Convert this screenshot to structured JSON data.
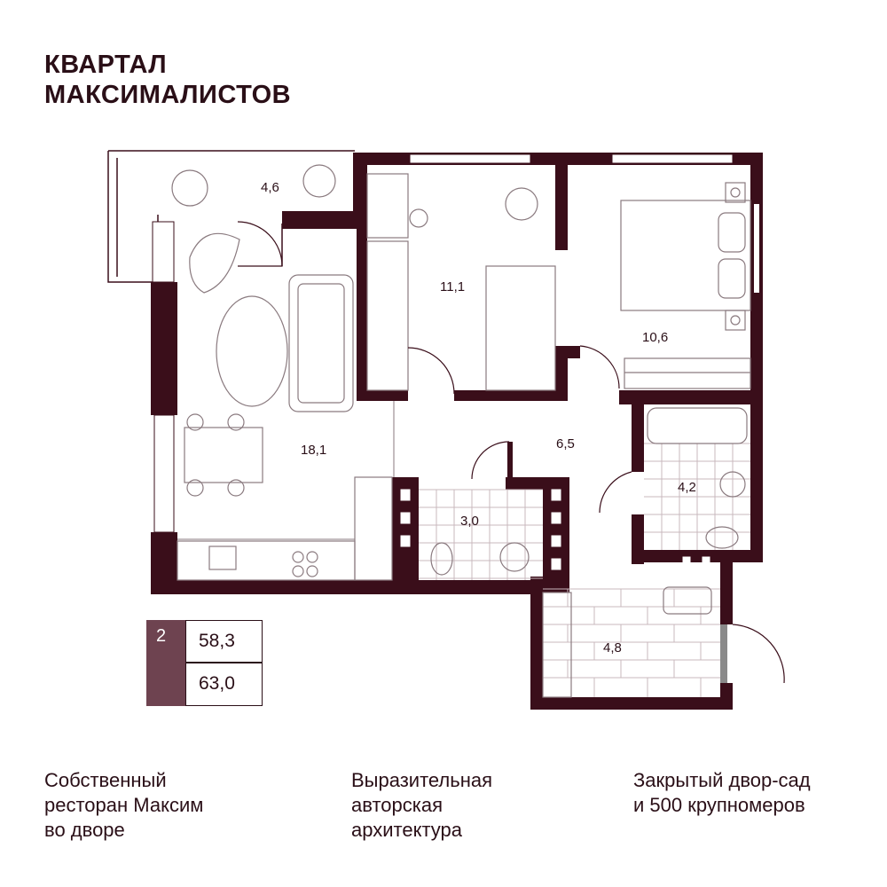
{
  "brand": {
    "line1": "КВАРТАЛ",
    "line2": "МАКСИМАЛИСТОВ"
  },
  "apartment": {
    "rooms": "2",
    "living_area": "58,3",
    "total_area": "63,0"
  },
  "plan": {
    "wall_color": "#3a0e1a",
    "badge_color": "#6e4350",
    "rooms": [
      {
        "id": "balcony",
        "area": "4,6"
      },
      {
        "id": "bedroom-1",
        "area": "11,1"
      },
      {
        "id": "bedroom-2",
        "area": "10,6"
      },
      {
        "id": "living-kitchen",
        "area": "18,1"
      },
      {
        "id": "hallway",
        "area": "6,5"
      },
      {
        "id": "bathroom-1",
        "area": "4,2"
      },
      {
        "id": "bathroom-2",
        "area": "3,0"
      },
      {
        "id": "entrance-hall",
        "area": "4,8"
      }
    ]
  },
  "features": [
    {
      "line1": "Собственный",
      "line2": "ресторан Максим",
      "line3": "во дворе"
    },
    {
      "line1": "Выразительная",
      "line2": "авторская",
      "line3": "архитектура"
    },
    {
      "line1": "Закрытый двор-сад",
      "line2": "и 500 крупномеров"
    }
  ]
}
